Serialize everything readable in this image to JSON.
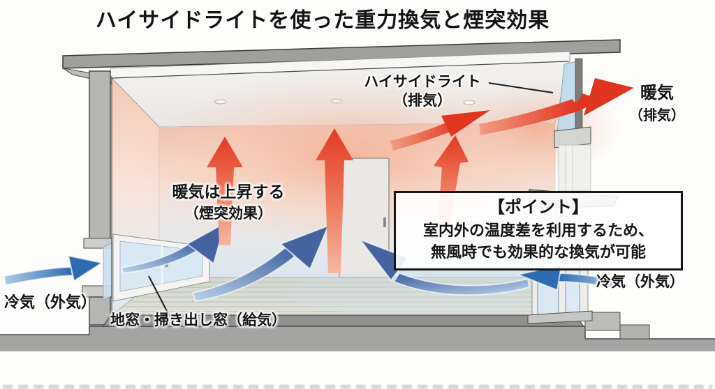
{
  "title": "ハイサイドライトを使った重力換気と煙突効果",
  "labels": {
    "high_side_light": {
      "line1": "ハイサイドライト",
      "line2": "（排気）"
    },
    "warm_air_out": {
      "line1": "暖気",
      "line2": "（排気）"
    },
    "warm_air_rise": {
      "line1": "暖気は上昇する",
      "line2": "（煙突効果）"
    },
    "cool_air_left": "冷気（外気）",
    "floor_window": "地窓・掃き出し窓（給気）",
    "cool_air_right": "冷気（外気）"
  },
  "point_box": {
    "heading": "【ポイント】",
    "line1": "室内外の温度差を利用するため、",
    "line2": "無風時でも効果的な換気が可能"
  },
  "icons": {
    "warm_air_arrows": "red-up-arrow",
    "cool_air_arrows": "blue-flow-arrow"
  },
  "colors": {
    "warm_arrow": "#e23a24",
    "cool_arrow": "#2e68ae",
    "wall_warm_tint": "#eec0ae",
    "wall_cool_tint": "#d9e5ee",
    "structure_gray": "#a4a4a2",
    "text": "#151515"
  }
}
